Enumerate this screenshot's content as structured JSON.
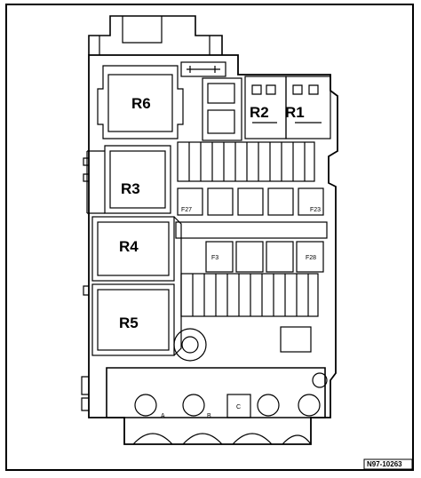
{
  "relays": {
    "r6": "R6",
    "r2": "R2",
    "r1": "R1",
    "r3": "R3",
    "r4": "R4",
    "r5": "R5"
  },
  "fuse_labels": {
    "f27": "F27",
    "f23": "F23",
    "f3": "F3",
    "f28": "F28"
  },
  "terminals": {
    "a": "A",
    "b": "B",
    "c": "C"
  },
  "image_code": "N97-10263"
}
